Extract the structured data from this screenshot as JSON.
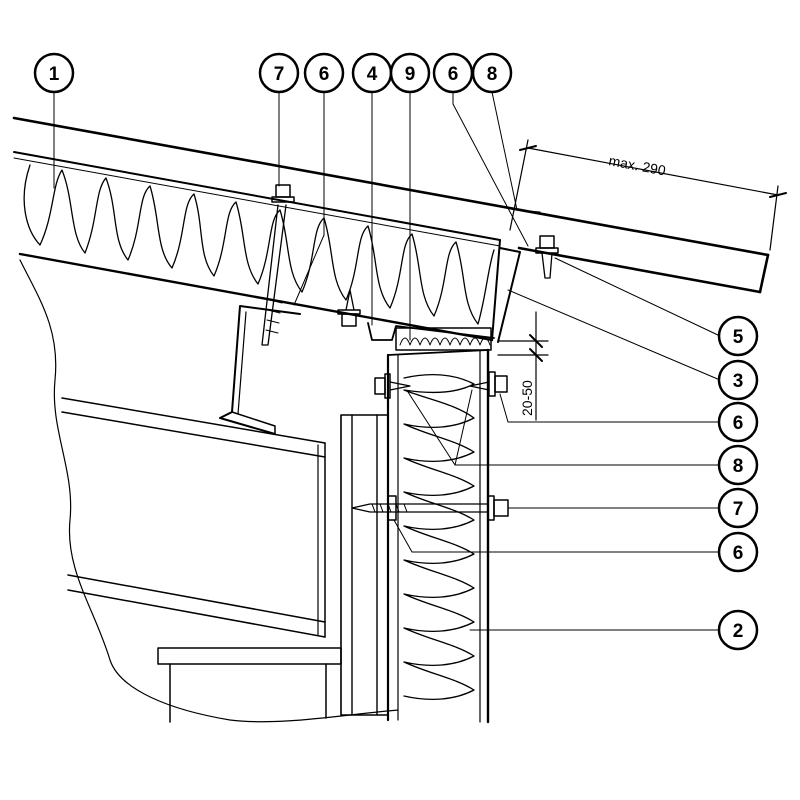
{
  "callouts": [
    {
      "id": "c1-top",
      "label": "1"
    },
    {
      "id": "c7-top",
      "label": "7"
    },
    {
      "id": "c6-top-a",
      "label": "6"
    },
    {
      "id": "c4-top",
      "label": "4"
    },
    {
      "id": "c9-top",
      "label": "9"
    },
    {
      "id": "c6-top-b",
      "label": "6"
    },
    {
      "id": "c8-top",
      "label": "8"
    },
    {
      "id": "c5-right",
      "label": "5"
    },
    {
      "id": "c3-right",
      "label": "3"
    },
    {
      "id": "c6-right-a",
      "label": "6"
    },
    {
      "id": "c8-right",
      "label": "8"
    },
    {
      "id": "c7-right",
      "label": "7"
    },
    {
      "id": "c6-right-b",
      "label": "6"
    },
    {
      "id": "c2-right",
      "label": "2"
    }
  ],
  "dimensions": {
    "overhang": "max. 290",
    "gap": "20-50"
  }
}
